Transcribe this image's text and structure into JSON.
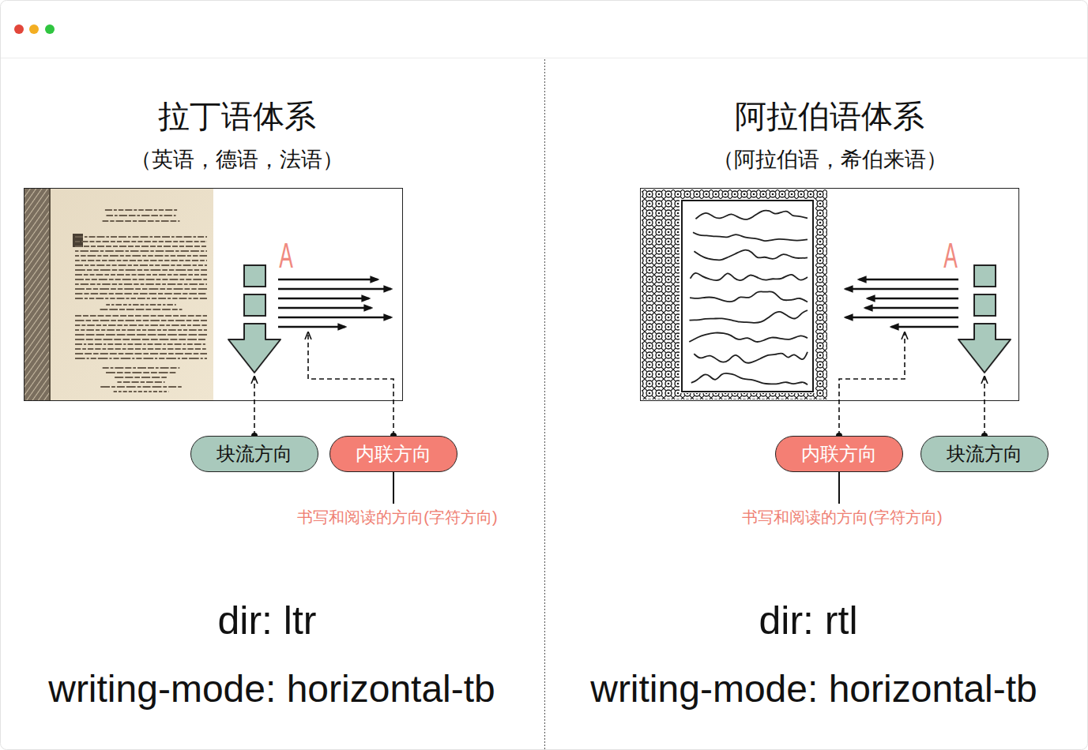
{
  "diagram": {
    "nodes": [
      {
        "text": [
          "块流方向"
        ]
      },
      {
        "text": [
          "内联方向"
        ]
      },
      {
        "text": [
          "内联方向"
        ]
      },
      {
        "text": [
          "块流方向"
        ]
      }
    ],
    "labels": [
      "拉丁语体系",
      "（英语，德语，法语）",
      "A",
      "书写和阅读的方向(字符方向)",
      "dir: ltr",
      "writing-mode: horizontal-tb",
      "阿拉伯语体系",
      "（阿拉伯语，希伯来语）",
      "A",
      "书写和阅读的方向(字符方向)",
      "dir: rtl",
      "writing-mode: horizontal-tb"
    ]
  }
}
